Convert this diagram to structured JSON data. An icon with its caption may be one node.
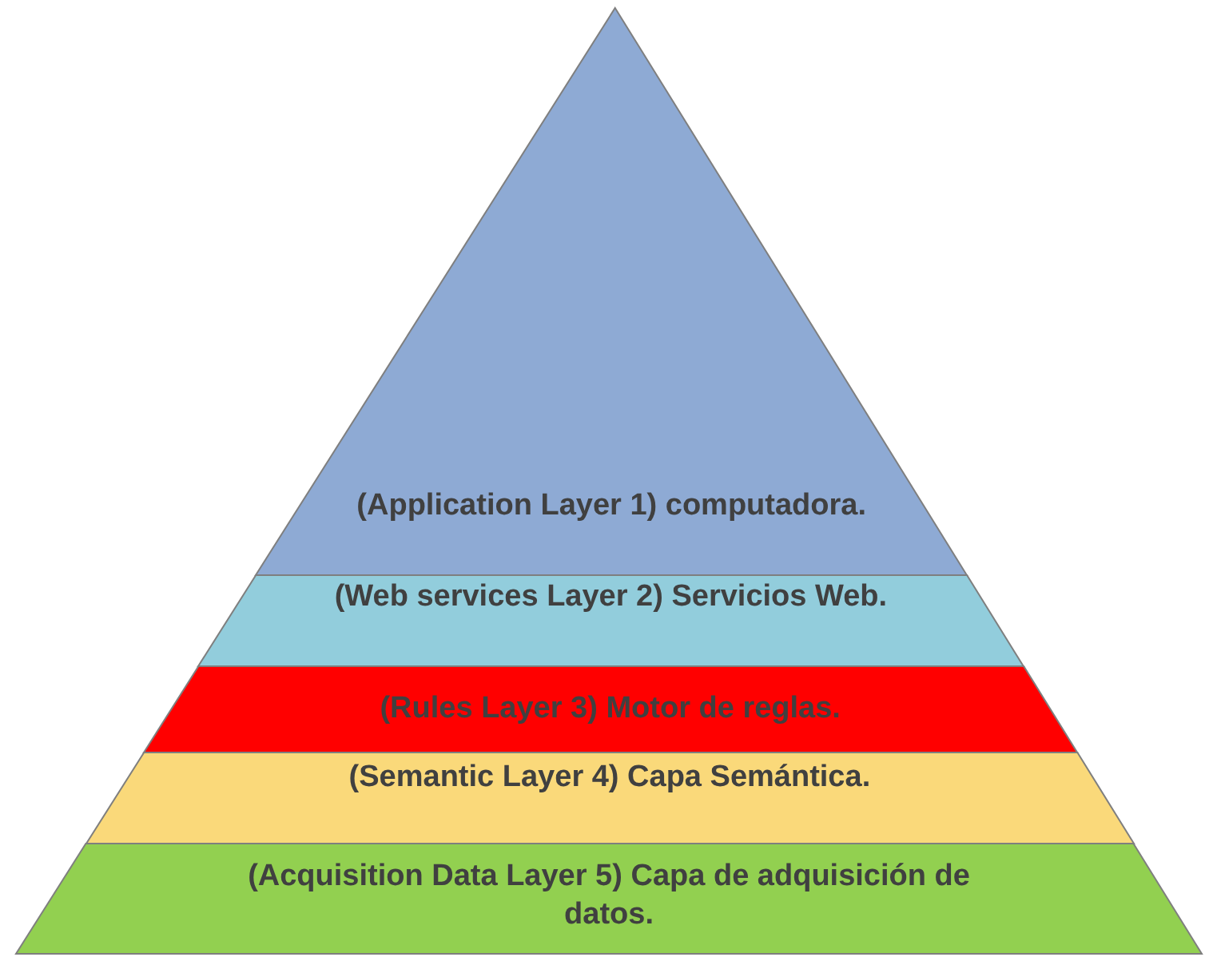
{
  "diagram": {
    "nodes": [
      {
        "text": [
          "(Application Layer 1) computadora."
        ]
      },
      {
        "text": [
          "(Web services Layer 2) Servicios Web."
        ]
      },
      {
        "text": [
          "(Rules Layer 3) Motor de reglas."
        ]
      },
      {
        "text": [
          "(Semantic Layer 4) Capa Semántica."
        ]
      },
      {
        "text": [
          "(Acquisition Data Layer 5) Capa de adquisición de datos."
        ]
      }
    ]
  }
}
